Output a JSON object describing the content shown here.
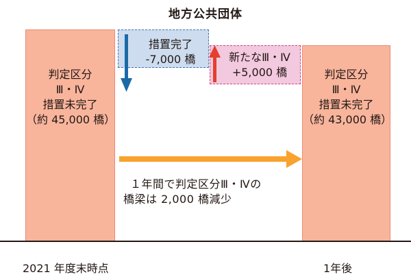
{
  "title": "地方公共団体",
  "left_bar": {
    "lines": [
      "判定区分",
      "Ⅲ・Ⅳ",
      "措置未完了",
      "（約 45,000 橋）"
    ],
    "value": 45000
  },
  "right_bar": {
    "lines": [
      "判定区分",
      "Ⅲ・Ⅳ",
      "措置未完了",
      "（約 43,000 橋）"
    ],
    "value": 43000
  },
  "completed_box": {
    "lines": [
      "措置完了",
      "-7,000 橋"
    ],
    "value": -7000
  },
  "new_box": {
    "lines": [
      "新たなⅢ・Ⅳ",
      "+5,000 橋"
    ],
    "value": 5000
  },
  "caption": {
    "lines": [
      "１年間で判定区分Ⅲ・Ⅳの",
      "橋梁は 2,000 橋減少"
    ]
  },
  "x_labels": {
    "left": "2021 年度末時点",
    "right": "1年後"
  },
  "colors": {
    "bar_fill": "#f8b59c",
    "completed_fill": "#cddcee",
    "completed_arrow": "#1b6aa8",
    "new_fill": "#f2c9de",
    "new_arrow": "#e53f2f",
    "transition_arrow": "#f9a22e"
  }
}
